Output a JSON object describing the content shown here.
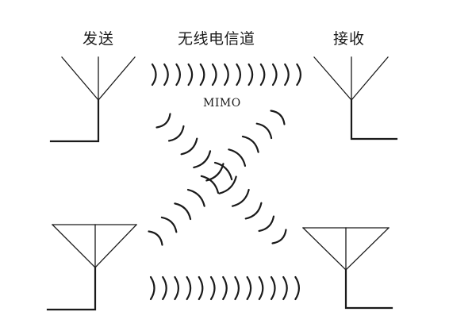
{
  "labels": {
    "transmit": "发送",
    "channel": "无线电信道",
    "receive": "接收",
    "mimo": "MIMO"
  },
  "antennas": [
    {
      "role": "transmit",
      "style": "v-with-stem"
    },
    {
      "role": "receive",
      "style": "v-with-stem"
    },
    {
      "role": "transmit",
      "style": "triangle-with-stem"
    },
    {
      "role": "receive",
      "style": "triangle-with-stem"
    }
  ],
  "colors": {
    "ink": "#1a1a1a",
    "background": "#ffffff"
  }
}
